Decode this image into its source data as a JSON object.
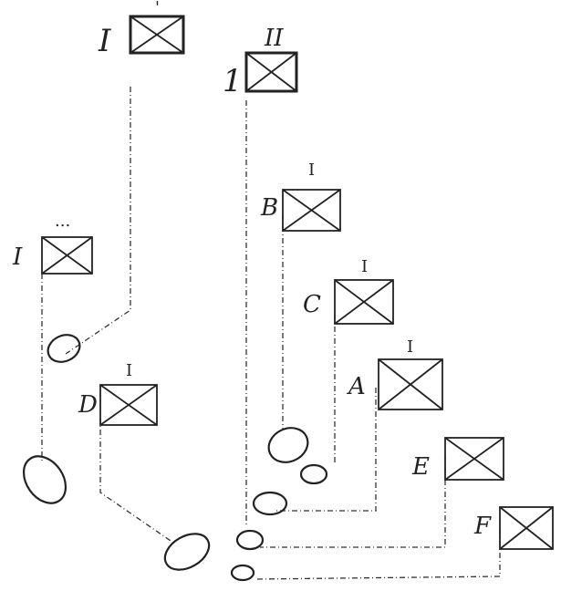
{
  "fixtures": [
    {
      "id": "f1",
      "label": "I",
      "top_mark": "'"
    },
    {
      "id": "f2",
      "label": "1",
      "top_mark": "II"
    },
    {
      "id": "f3",
      "label": "I",
      "top_mark": "..."
    },
    {
      "id": "f4",
      "label": "B",
      "top_mark": "I"
    },
    {
      "id": "f5",
      "label": "C",
      "top_mark": "I"
    },
    {
      "id": "f6",
      "label": "A",
      "top_mark": "I"
    },
    {
      "id": "f7",
      "label": "D",
      "top_mark": "I"
    },
    {
      "id": "f8",
      "label": "E",
      "top_mark": ""
    },
    {
      "id": "f9",
      "label": "F",
      "top_mark": ""
    }
  ]
}
